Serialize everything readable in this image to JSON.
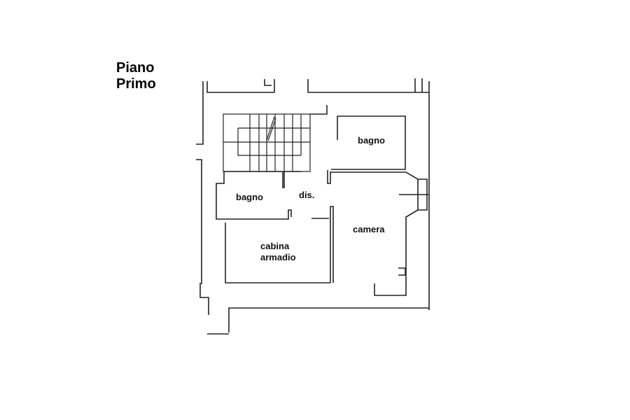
{
  "title": {
    "line1": "Piano",
    "line2": "Primo"
  },
  "rooms": {
    "bagno_top": "bagno",
    "bagno_left": "bagno",
    "dis": "dis.",
    "camera": "camera",
    "cabina_line1": "cabina",
    "cabina_line2": "armadio"
  }
}
